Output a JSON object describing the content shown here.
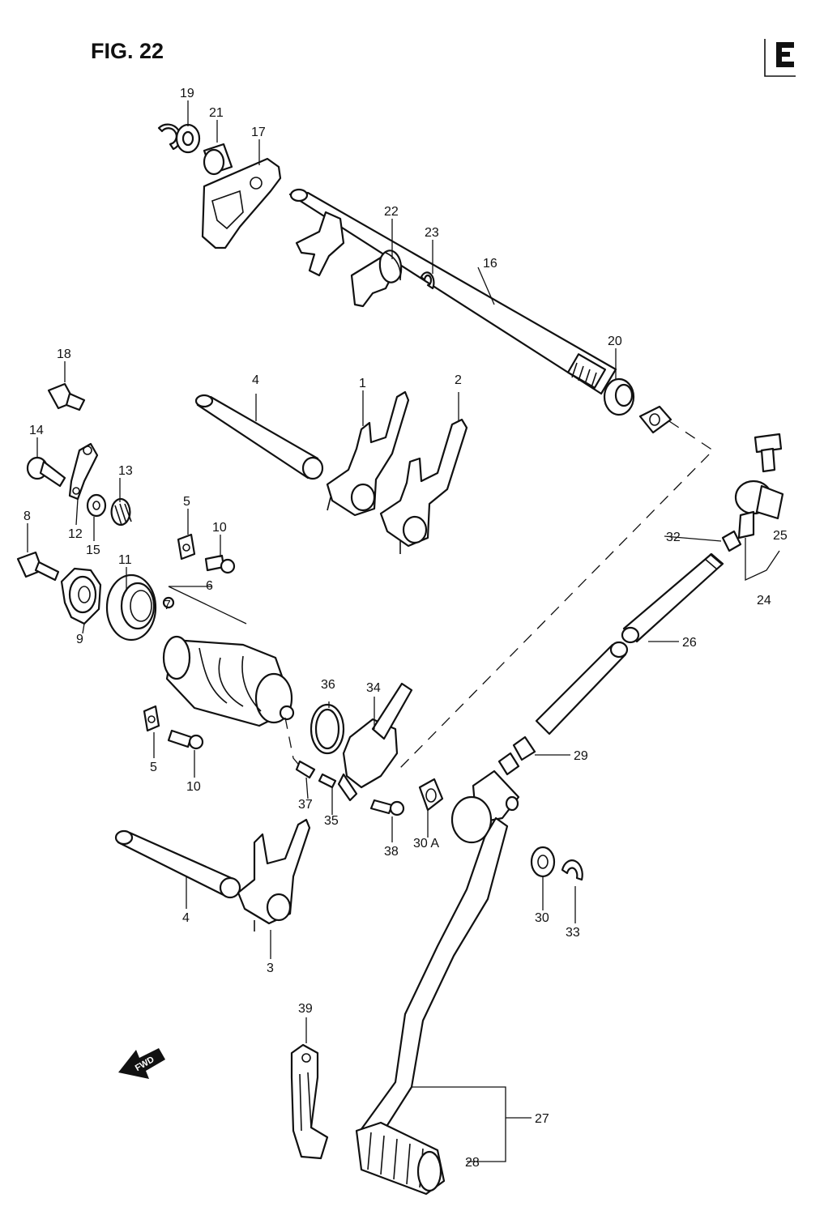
{
  "figure": {
    "title": "FIG. 22",
    "section_mark": "E",
    "forward_arrow": "FWD"
  },
  "callouts": [
    {
      "id": "c1",
      "text": "1"
    },
    {
      "id": "c2",
      "text": "2"
    },
    {
      "id": "c3",
      "text": "3"
    },
    {
      "id": "c4a",
      "text": "4"
    },
    {
      "id": "c4b",
      "text": "4"
    },
    {
      "id": "c5a",
      "text": "5"
    },
    {
      "id": "c5b",
      "text": "5"
    },
    {
      "id": "c6",
      "text": "6"
    },
    {
      "id": "c7",
      "text": "7"
    },
    {
      "id": "c8",
      "text": "8"
    },
    {
      "id": "c9",
      "text": "9"
    },
    {
      "id": "c10a",
      "text": "10"
    },
    {
      "id": "c10b",
      "text": "10"
    },
    {
      "id": "c11",
      "text": "11"
    },
    {
      "id": "c12",
      "text": "12"
    },
    {
      "id": "c13",
      "text": "13"
    },
    {
      "id": "c14",
      "text": "14"
    },
    {
      "id": "c15",
      "text": "15"
    },
    {
      "id": "c16",
      "text": "16"
    },
    {
      "id": "c17",
      "text": "17"
    },
    {
      "id": "c18",
      "text": "18"
    },
    {
      "id": "c19",
      "text": "19"
    },
    {
      "id": "c20",
      "text": "20"
    },
    {
      "id": "c21",
      "text": "21"
    },
    {
      "id": "c22",
      "text": "22"
    },
    {
      "id": "c23",
      "text": "23"
    },
    {
      "id": "c24",
      "text": "24"
    },
    {
      "id": "c25",
      "text": "25"
    },
    {
      "id": "c26",
      "text": "26"
    },
    {
      "id": "c27",
      "text": "27"
    },
    {
      "id": "c28",
      "text": "28"
    },
    {
      "id": "c29",
      "text": "29"
    },
    {
      "id": "c30",
      "text": "30"
    },
    {
      "id": "c30a",
      "text": "30 A"
    },
    {
      "id": "c32",
      "text": "32"
    },
    {
      "id": "c33",
      "text": "33"
    },
    {
      "id": "c34",
      "text": "34"
    },
    {
      "id": "c35",
      "text": "35"
    },
    {
      "id": "c36",
      "text": "36"
    },
    {
      "id": "c37",
      "text": "37"
    },
    {
      "id": "c38",
      "text": "38"
    },
    {
      "id": "c39",
      "text": "39"
    }
  ]
}
